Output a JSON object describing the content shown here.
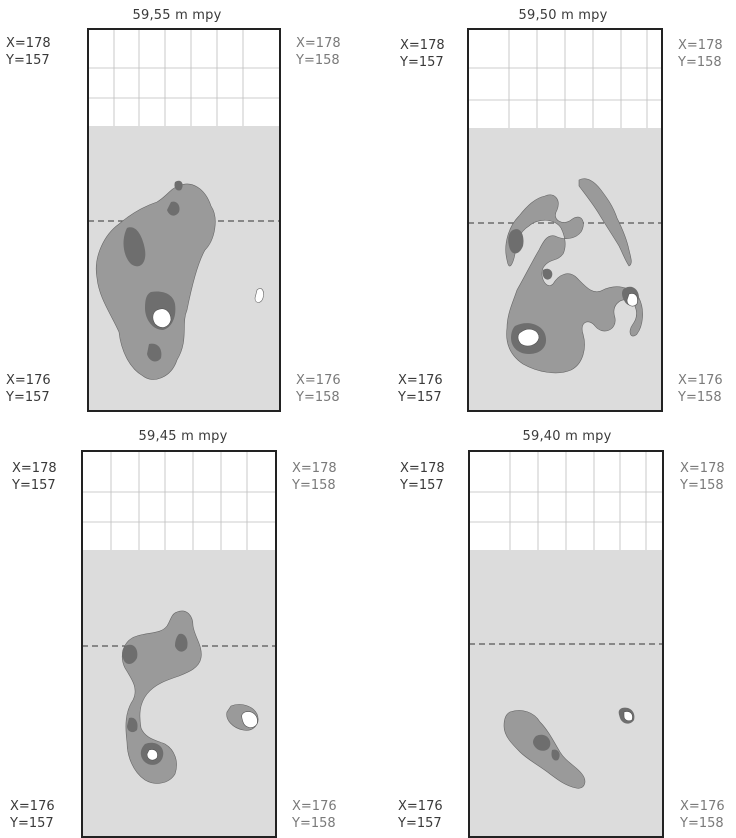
{
  "panels": [
    {
      "title": "59,55 m mpy",
      "corners": {
        "top_left": {
          "x": "X=178",
          "y": "Y=157"
        },
        "top_right": {
          "x": "X=178",
          "y": "Y=158"
        },
        "bottom_left": {
          "x": "X=176",
          "y": "Y=157"
        },
        "bottom_right": {
          "x": "X=176",
          "y": "Y=158"
        }
      }
    },
    {
      "title": "59,50 m mpy",
      "corners": {
        "top_left": {
          "x": "X=178",
          "y": "Y=157"
        },
        "top_right": {
          "x": "X=178",
          "y": "Y=158"
        },
        "bottom_left": {
          "x": "X=176",
          "y": "Y=157"
        },
        "bottom_right": {
          "x": "X=176",
          "y": "Y=158"
        }
      }
    },
    {
      "title": "59,45 m mpy",
      "corners": {
        "top_left": {
          "x": "X=178",
          "y": "Y=157"
        },
        "top_right": {
          "x": "X=178",
          "y": "Y=158"
        },
        "bottom_left": {
          "x": "X=176",
          "y": "Y=157"
        },
        "bottom_right": {
          "x": "X=176",
          "y": "Y=158"
        }
      }
    },
    {
      "title": "59,40 m mpy",
      "corners": {
        "top_left": {
          "x": "X=178",
          "y": "Y=157"
        },
        "top_right": {
          "x": "X=178",
          "y": "Y=158"
        },
        "bottom_left": {
          "x": "X=176",
          "y": "Y=157"
        },
        "bottom_right": {
          "x": "X=176",
          "y": "Y=158"
        }
      }
    }
  ],
  "colors": {
    "fill_light": "#dcdcdc",
    "fill_mid": "#9a9a9a",
    "fill_dark": "#6e6e6e",
    "fill_white": "#ffffff",
    "grid_line": "#bdbdbd",
    "border": "#222222"
  }
}
